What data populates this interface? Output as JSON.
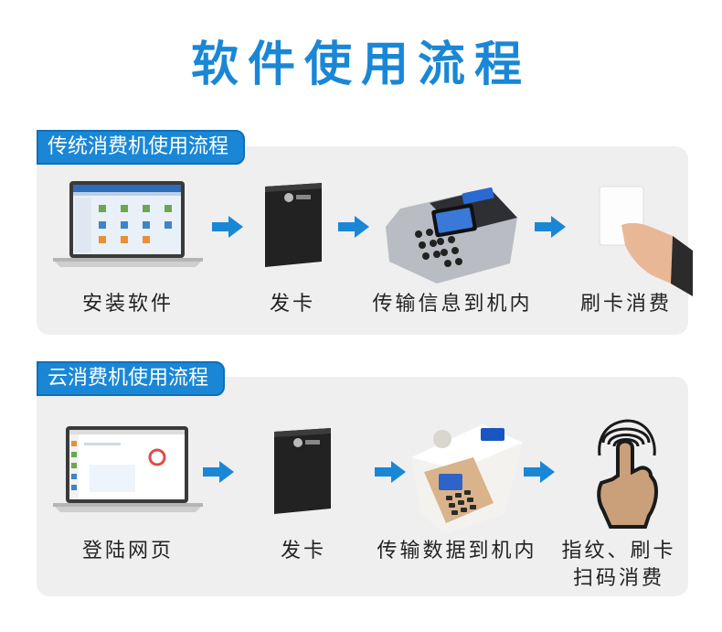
{
  "title": "软件使用流程",
  "colors": {
    "accent": "#1a87d6",
    "panel": "#efefef",
    "text": "#222222"
  },
  "traditional": {
    "tag": "传统消费机使用流程",
    "steps": [
      {
        "icon": "laptop-software-icon",
        "label": "安装软件"
      },
      {
        "icon": "card-reader-icon",
        "label": "发卡"
      },
      {
        "icon": "pos-terminal-icon",
        "label": "传输信息到机内"
      },
      {
        "icon": "hand-card-icon",
        "label": "刷卡消费"
      }
    ]
  },
  "cloud": {
    "tag": "云消费机使用流程",
    "steps": [
      {
        "icon": "laptop-web-icon",
        "label": "登陆网页"
      },
      {
        "icon": "card-reader-icon",
        "label": "发卡"
      },
      {
        "icon": "cloud-terminal-icon",
        "label": "传输数据到机内"
      },
      {
        "icon": "fingerprint-hand-icon",
        "label_line1": "指纹、刷卡",
        "label_line2": "扫码消费"
      }
    ]
  }
}
